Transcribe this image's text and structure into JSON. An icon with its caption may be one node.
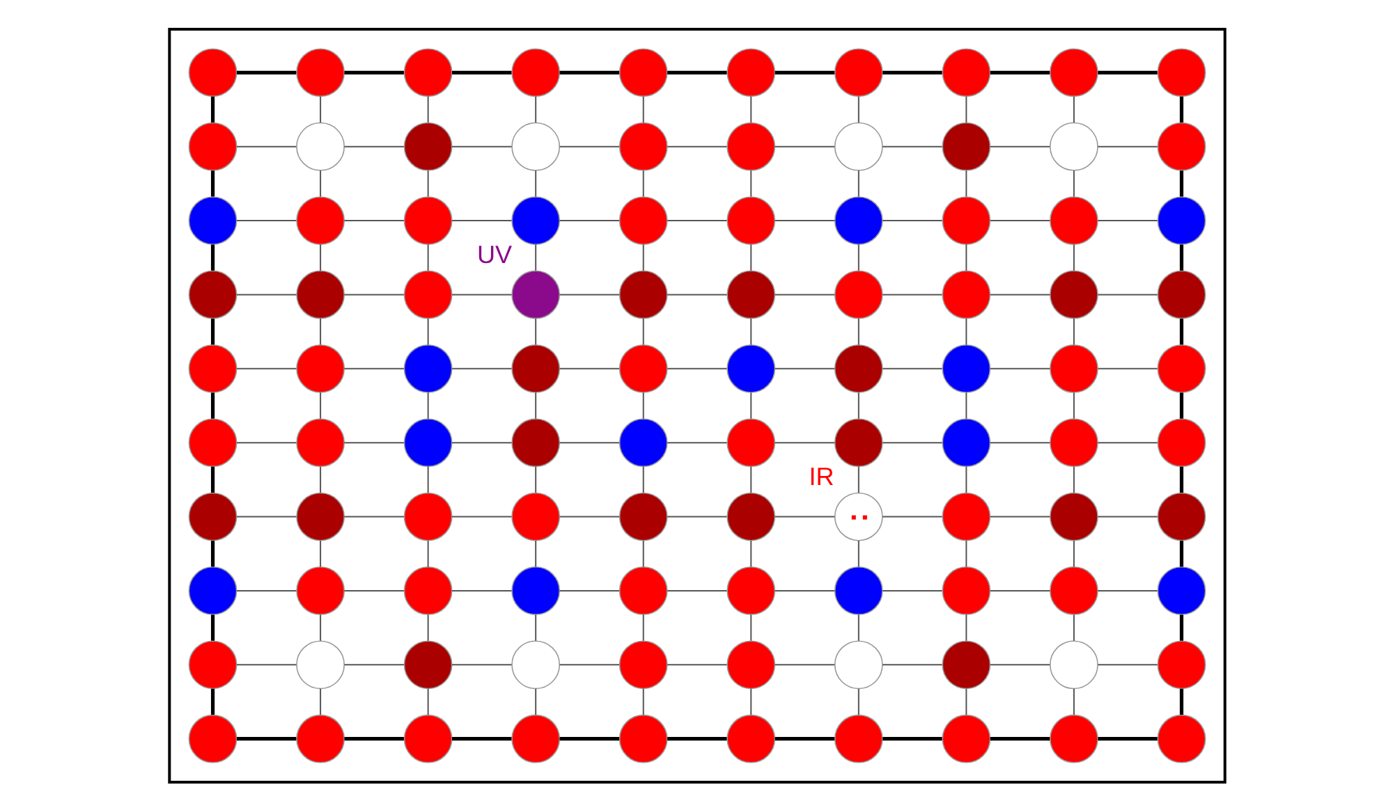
{
  "diagram": {
    "nodes": [
      {
        "text": [],
        "shape": "box"
      },
      {
        "text": [],
        "shape": "circle",
        "in": 0
      },
      {
        "text": [],
        "shape": "circle",
        "in": 0
      },
      {
        "text": [],
        "shape": "circle",
        "in": 0
      },
      {
        "text": [],
        "shape": "circle",
        "in": 0
      },
      {
        "text": [],
        "shape": "circle",
        "in": 0
      },
      {
        "text": [],
        "shape": "circle",
        "in": 0
      },
      {
        "text": [],
        "shape": "circle",
        "in": 0
      },
      {
        "text": [],
        "shape": "circle",
        "in": 0
      },
      {
        "text": [],
        "shape": "circle",
        "in": 0
      },
      {
        "text": [],
        "shape": "circle",
        "in": 0
      },
      {
        "text": [],
        "shape": "circle",
        "in": 0
      },
      {
        "text": [],
        "shape": "circle",
        "in": 0
      },
      {
        "text": [],
        "shape": "circle",
        "in": 0
      },
      {
        "text": [],
        "shape": "circle",
        "in": 0
      },
      {
        "text": [],
        "shape": "circle",
        "in": 0
      },
      {
        "text": [],
        "shape": "circle",
        "in": 0
      },
      {
        "text": [],
        "shape": "circle",
        "in": 0
      },
      {
        "text": [],
        "shape": "circle",
        "in": 0
      },
      {
        "text": [],
        "shape": "circle",
        "in": 0
      },
      {
        "text": [],
        "shape": "circle",
        "in": 0
      },
      {
        "text": [],
        "shape": "circle",
        "in": 0
      },
      {
        "text": [],
        "shape": "circle",
        "in": 0
      },
      {
        "text": [],
        "shape": "circle",
        "in": 0
      },
      {
        "text": [],
        "shape": "circle",
        "in": 0
      },
      {
        "text": [],
        "shape": "circle",
        "in": 0
      },
      {
        "text": [],
        "shape": "circle",
        "in": 0
      },
      {
        "text": [],
        "shape": "circle",
        "in": 0
      },
      {
        "text": [],
        "shape": "circle",
        "in": 0
      },
      {
        "text": [],
        "shape": "circle",
        "in": 0
      },
      {
        "text": [],
        "shape": "circle",
        "in": 0
      },
      {
        "text": [],
        "shape": "circle",
        "in": 0
      },
      {
        "text": [],
        "shape": "circle",
        "in": 0
      },
      {
        "text": [],
        "shape": "circle",
        "in": 0
      },
      {
        "text": [],
        "shape": "circle",
        "in": 0,
        "beside": [
          "UV"
        ]
      },
      {
        "text": [],
        "shape": "circle",
        "in": 0
      },
      {
        "text": [],
        "shape": "circle",
        "in": 0
      },
      {
        "text": [],
        "shape": "circle",
        "in": 0
      },
      {
        "text": [],
        "shape": "circle",
        "in": 0
      },
      {
        "text": [],
        "shape": "circle",
        "in": 0
      },
      {
        "text": [],
        "shape": "circle",
        "in": 0
      },
      {
        "text": [],
        "shape": "circle",
        "in": 0
      },
      {
        "text": [],
        "shape": "circle",
        "in": 0
      },
      {
        "text": [],
        "shape": "circle",
        "in": 0
      },
      {
        "text": [],
        "shape": "circle",
        "in": 0
      },
      {
        "text": [],
        "shape": "circle",
        "in": 0
      },
      {
        "text": [],
        "shape": "circle",
        "in": 0
      },
      {
        "text": [],
        "shape": "circle",
        "in": 0
      },
      {
        "text": [],
        "shape": "circle",
        "in": 0
      },
      {
        "text": [],
        "shape": "circle",
        "in": 0
      },
      {
        "text": [],
        "shape": "circle",
        "in": 0
      },
      {
        "text": [],
        "shape": "circle",
        "in": 0
      },
      {
        "text": [],
        "shape": "circle",
        "in": 0
      },
      {
        "text": [],
        "shape": "circle",
        "in": 0
      },
      {
        "text": [],
        "shape": "circle",
        "in": 0
      },
      {
        "text": [],
        "shape": "circle",
        "in": 0
      },
      {
        "text": [],
        "shape": "circle",
        "in": 0
      },
      {
        "text": [],
        "shape": "circle",
        "in": 0
      },
      {
        "text": [],
        "shape": "circle",
        "in": 0
      },
      {
        "text": [],
        "shape": "circle",
        "in": 0
      },
      {
        "text": [],
        "shape": "circle",
        "in": 0
      },
      {
        "text": [],
        "shape": "circle",
        "in": 0
      },
      {
        "text": [],
        "shape": "circle",
        "in": 0
      },
      {
        "text": [],
        "shape": "circle",
        "in": 0
      },
      {
        "text": [],
        "shape": "circle",
        "in": 0
      },
      {
        "text": [],
        "shape": "circle",
        "in": 0
      },
      {
        "text": [],
        "shape": "circle",
        "in": 0
      },
      {
        "text": [],
        "shape": "circle",
        "in": 0,
        "beside": [
          "IR"
        ]
      },
      {
        "text": [],
        "shape": "circle",
        "in": 0
      },
      {
        "text": [],
        "shape": "circle",
        "in": 0
      },
      {
        "text": [],
        "shape": "circle",
        "in": 0
      },
      {
        "text": [],
        "shape": "circle",
        "in": 0
      },
      {
        "text": [],
        "shape": "circle",
        "in": 0
      },
      {
        "text": [],
        "shape": "circle",
        "in": 0
      },
      {
        "text": [],
        "shape": "circle",
        "in": 0
      },
      {
        "text": [],
        "shape": "circle",
        "in": 0
      },
      {
        "text": [],
        "shape": "circle",
        "in": 0
      },
      {
        "text": [],
        "shape": "circle",
        "in": 0
      },
      {
        "text": [],
        "shape": "circle",
        "in": 0
      },
      {
        "text": [],
        "shape": "circle",
        "in": 0
      },
      {
        "text": [],
        "shape": "circle",
        "in": 0
      },
      {
        "text": [],
        "shape": "circle",
        "in": 0
      },
      {
        "text": [],
        "shape": "circle",
        "in": 0
      },
      {
        "text": [],
        "shape": "circle",
        "in": 0
      },
      {
        "text": [],
        "shape": "circle",
        "in": 0
      },
      {
        "text": [],
        "shape": "circle",
        "in": 0
      },
      {
        "text": [],
        "shape": "circle",
        "in": 0
      },
      {
        "text": [],
        "shape": "circle",
        "in": 0
      },
      {
        "text": [],
        "shape": "circle",
        "in": 0
      },
      {
        "text": [],
        "shape": "circle",
        "in": 0
      },
      {
        "text": [],
        "shape": "circle",
        "in": 0
      },
      {
        "text": [],
        "shape": "circle",
        "in": 0
      },
      {
        "text": [],
        "shape": "circle",
        "in": 0
      },
      {
        "text": [],
        "shape": "circle",
        "in": 0
      },
      {
        "text": [],
        "shape": "circle",
        "in": 0
      },
      {
        "text": [],
        "shape": "circle",
        "in": 0
      },
      {
        "text": [],
        "shape": "circle",
        "in": 0
      },
      {
        "text": [],
        "shape": "circle",
        "in": 0
      },
      {
        "text": [],
        "shape": "circle",
        "in": 0
      },
      {
        "text": [],
        "shape": "circle",
        "in": 0
      },
      {
        "text": [],
        "shape": "circle",
        "in": 0
      }
    ],
    "edges": [
      {
        "from": 1,
        "to": 2,
        "arrow": "none",
        "style": "thick",
        "color": "#000000"
      },
      {
        "from": 2,
        "to": 3,
        "arrow": "none",
        "style": "thick",
        "color": "#000000"
      },
      {
        "from": 3,
        "to": 4,
        "arrow": "none",
        "style": "thick",
        "color": "#000000"
      },
      {
        "from": 4,
        "to": 5,
        "arrow": "none",
        "style": "thick",
        "color": "#000000"
      },
      {
        "from": 5,
        "to": 6,
        "arrow": "none",
        "style": "thick",
        "color": "#000000"
      },
      {
        "from": 6,
        "to": 7,
        "arrow": "none",
        "style": "thick",
        "color": "#000000"
      },
      {
        "from": 7,
        "to": 8,
        "arrow": "none",
        "style": "thick",
        "color": "#000000"
      },
      {
        "from": 8,
        "to": 9,
        "arrow": "none",
        "style": "thick",
        "color": "#000000"
      },
      {
        "from": 9,
        "to": 10,
        "arrow": "none",
        "style": "thick",
        "color": "#000000"
      },
      {
        "from": 1,
        "to": 11,
        "arrow": "none",
        "style": "thick",
        "color": "#000000"
      },
      {
        "from": 2,
        "to": 12,
        "arrow": "none"
      },
      {
        "from": 3,
        "to": 13,
        "arrow": "none"
      },
      {
        "from": 4,
        "to": 14,
        "arrow": "none"
      },
      {
        "from": 5,
        "to": 15,
        "arrow": "none"
      },
      {
        "from": 6,
        "to": 16,
        "arrow": "none"
      },
      {
        "from": 7,
        "to": 17,
        "arrow": "none"
      },
      {
        "from": 8,
        "to": 18,
        "arrow": "none"
      },
      {
        "from": 9,
        "to": 19,
        "arrow": "none"
      },
      {
        "from": 10,
        "to": 20,
        "arrow": "none",
        "style": "thick",
        "color": "#000000"
      },
      {
        "from": 11,
        "to": 12,
        "arrow": "none"
      },
      {
        "from": 12,
        "to": 13,
        "arrow": "none"
      },
      {
        "from": 13,
        "to": 14,
        "arrow": "none"
      },
      {
        "from": 14,
        "to": 15,
        "arrow": "none"
      },
      {
        "from": 15,
        "to": 16,
        "arrow": "none"
      },
      {
        "from": 16,
        "to": 17,
        "arrow": "none"
      },
      {
        "from": 17,
        "to": 18,
        "arrow": "none"
      },
      {
        "from": 18,
        "to": 19,
        "arrow": "none"
      },
      {
        "from": 19,
        "to": 20,
        "arrow": "none"
      },
      {
        "from": 11,
        "to": 21,
        "arrow": "none",
        "style": "thick",
        "color": "#000000"
      },
      {
        "from": 12,
        "to": 22,
        "arrow": "none"
      },
      {
        "from": 13,
        "to": 23,
        "arrow": "none"
      },
      {
        "from": 14,
        "to": 24,
        "arrow": "none"
      },
      {
        "from": 15,
        "to": 25,
        "arrow": "none"
      },
      {
        "from": 16,
        "to": 26,
        "arrow": "none"
      },
      {
        "from": 17,
        "to": 27,
        "arrow": "none"
      },
      {
        "from": 18,
        "to": 28,
        "arrow": "none"
      },
      {
        "from": 19,
        "to": 29,
        "arrow": "none"
      },
      {
        "from": 20,
        "to": 30,
        "arrow": "none",
        "style": "thick",
        "color": "#000000"
      },
      {
        "from": 21,
        "to": 22,
        "arrow": "none"
      },
      {
        "from": 22,
        "to": 23,
        "arrow": "none"
      },
      {
        "from": 23,
        "to": 24,
        "arrow": "none"
      },
      {
        "from": 24,
        "to": 25,
        "arrow": "none"
      },
      {
        "from": 25,
        "to": 26,
        "arrow": "none"
      },
      {
        "from": 26,
        "to": 27,
        "arrow": "none"
      },
      {
        "from": 27,
        "to": 28,
        "arrow": "none"
      },
      {
        "from": 28,
        "to": 29,
        "arrow": "none"
      },
      {
        "from": 29,
        "to": 30,
        "arrow": "none"
      },
      {
        "from": 21,
        "to": 31,
        "arrow": "none",
        "style": "thick",
        "color": "#000000"
      },
      {
        "from": 22,
        "to": 32,
        "arrow": "none"
      },
      {
        "from": 23,
        "to": 33,
        "arrow": "none"
      },
      {
        "from": 24,
        "to": 34,
        "arrow": "none"
      },
      {
        "from": 25,
        "to": 35,
        "arrow": "none"
      },
      {
        "from": 26,
        "to": 36,
        "arrow": "none"
      },
      {
        "from": 27,
        "to": 37,
        "arrow": "none"
      },
      {
        "from": 28,
        "to": 38,
        "arrow": "none"
      },
      {
        "from": 29,
        "to": 39,
        "arrow": "none"
      },
      {
        "from": 30,
        "to": 40,
        "arrow": "none",
        "style": "thick",
        "color": "#000000"
      },
      {
        "from": 31,
        "to": 32,
        "arrow": "none"
      },
      {
        "from": 32,
        "to": 33,
        "arrow": "none"
      },
      {
        "from": 33,
        "to": 34,
        "arrow": "none"
      },
      {
        "from": 34,
        "to": 35,
        "arrow": "none"
      },
      {
        "from": 35,
        "to": 36,
        "arrow": "none"
      },
      {
        "from": 36,
        "to": 37,
        "arrow": "none"
      },
      {
        "from": 37,
        "to": 38,
        "arrow": "none"
      },
      {
        "from": 38,
        "to": 39,
        "arrow": "none"
      },
      {
        "from": 39,
        "to": 40,
        "arrow": "none"
      },
      {
        "from": 31,
        "to": 41,
        "arrow": "none",
        "style": "thick",
        "color": "#000000"
      },
      {
        "from": 32,
        "to": 42,
        "arrow": "none"
      },
      {
        "from": 33,
        "to": 43,
        "arrow": "none"
      },
      {
        "from": 34,
        "to": 44,
        "arrow": "none"
      },
      {
        "from": 35,
        "to": 45,
        "arrow": "none"
      },
      {
        "from": 36,
        "to": 46,
        "arrow": "none"
      },
      {
        "from": 37,
        "to": 47,
        "arrow": "none"
      },
      {
        "from": 38,
        "to": 48,
        "arrow": "none"
      },
      {
        "from": 39,
        "to": 49,
        "arrow": "none"
      },
      {
        "from": 40,
        "to": 50,
        "arrow": "none",
        "style": "thick",
        "color": "#000000"
      },
      {
        "from": 41,
        "to": 42,
        "arrow": "none"
      },
      {
        "from": 42,
        "to": 43,
        "arrow": "none"
      },
      {
        "from": 43,
        "to": 44,
        "arrow": "none"
      },
      {
        "from": 44,
        "to": 45,
        "arrow": "none"
      },
      {
        "from": 45,
        "to": 46,
        "arrow": "none"
      },
      {
        "from": 46,
        "to": 47,
        "arrow": "none"
      },
      {
        "from": 47,
        "to": 48,
        "arrow": "none"
      },
      {
        "from": 48,
        "to": 49,
        "arrow": "none"
      },
      {
        "from": 49,
        "to": 50,
        "arrow": "none"
      },
      {
        "from": 41,
        "to": 51,
        "arrow": "none",
        "style": "thick",
        "color": "#000000"
      },
      {
        "from": 42,
        "to": 52,
        "arrow": "none"
      },
      {
        "from": 43,
        "to": 53,
        "arrow": "none"
      },
      {
        "from": 44,
        "to": 54,
        "arrow": "none"
      },
      {
        "from": 45,
        "to": 55,
        "arrow": "none"
      },
      {
        "from": 46,
        "to": 56,
        "arrow": "none"
      },
      {
        "from": 47,
        "to": 57,
        "arrow": "none"
      },
      {
        "from": 48,
        "to": 58,
        "arrow": "none"
      },
      {
        "from": 49,
        "to": 59,
        "arrow": "none"
      },
      {
        "from": 50,
        "to": 60,
        "arrow": "none",
        "style": "thick",
        "color": "#000000"
      },
      {
        "from": 51,
        "to": 52,
        "arrow": "none"
      },
      {
        "from": 52,
        "to": 53,
        "arrow": "none"
      },
      {
        "from": 53,
        "to": 54,
        "arrow": "none"
      },
      {
        "from": 54,
        "to": 55,
        "arrow": "none"
      },
      {
        "from": 55,
        "to": 56,
        "arrow": "none"
      },
      {
        "from": 56,
        "to": 57,
        "arrow": "none"
      },
      {
        "from": 57,
        "to": 58,
        "arrow": "none"
      },
      {
        "from": 58,
        "to": 59,
        "arrow": "none"
      },
      {
        "from": 59,
        "to": 60,
        "arrow": "none"
      },
      {
        "from": 51,
        "to": 61,
        "arrow": "none",
        "style": "thick",
        "color": "#000000"
      },
      {
        "from": 52,
        "to": 62,
        "arrow": "none"
      },
      {
        "from": 53,
        "to": 63,
        "arrow": "none"
      },
      {
        "from": 54,
        "to": 64,
        "arrow": "none"
      },
      {
        "from": 55,
        "to": 65,
        "arrow": "none"
      },
      {
        "from": 56,
        "to": 66,
        "arrow": "none"
      },
      {
        "from": 57,
        "to": 67,
        "arrow": "none"
      },
      {
        "from": 58,
        "to": 68,
        "arrow": "none"
      },
      {
        "from": 59,
        "to": 69,
        "arrow": "none"
      },
      {
        "from": 60,
        "to": 70,
        "arrow": "none",
        "style": "thick",
        "color": "#000000"
      },
      {
        "from": 61,
        "to": 62,
        "arrow": "none"
      },
      {
        "from": 62,
        "to": 63,
        "arrow": "none"
      },
      {
        "from": 63,
        "to": 64,
        "arrow": "none"
      },
      {
        "from": 64,
        "to": 65,
        "arrow": "none"
      },
      {
        "from": 65,
        "to": 66,
        "arrow": "none"
      },
      {
        "from": 66,
        "to": 67,
        "arrow": "none"
      },
      {
        "from": 67,
        "to": 68,
        "arrow": "none"
      },
      {
        "from": 68,
        "to": 69,
        "arrow": "none"
      },
      {
        "from": 69,
        "to": 70,
        "arrow": "none"
      },
      {
        "from": 61,
        "to": 71,
        "arrow": "none",
        "style": "thick",
        "color": "#000000"
      },
      {
        "from": 62,
        "to": 72,
        "arrow": "none"
      },
      {
        "from": 63,
        "to": 73,
        "arrow": "none"
      },
      {
        "from": 64,
        "to": 74,
        "arrow": "none"
      },
      {
        "from": 65,
        "to": 75,
        "arrow": "none"
      },
      {
        "from": 66,
        "to": 76,
        "arrow": "none"
      },
      {
        "from": 67,
        "to": 77,
        "arrow": "none"
      },
      {
        "from": 68,
        "to": 78,
        "arrow": "none"
      },
      {
        "from": 69,
        "to": 79,
        "arrow": "none"
      },
      {
        "from": 70,
        "to": 80,
        "arrow": "none",
        "style": "thick",
        "color": "#000000"
      },
      {
        "from": 71,
        "to": 72,
        "arrow": "none"
      },
      {
        "from": 72,
        "to": 73,
        "arrow": "none"
      },
      {
        "from": 73,
        "to": 74,
        "arrow": "none"
      },
      {
        "from": 74,
        "to": 75,
        "arrow": "none"
      },
      {
        "from": 75,
        "to": 76,
        "arrow": "none"
      },
      {
        "from": 76,
        "to": 77,
        "arrow": "none"
      },
      {
        "from": 77,
        "to": 78,
        "arrow": "none"
      },
      {
        "from": 78,
        "to": 79,
        "arrow": "none"
      },
      {
        "from": 79,
        "to": 80,
        "arrow": "none"
      },
      {
        "from": 71,
        "to": 81,
        "arrow": "none",
        "style": "thick",
        "color": "#000000"
      },
      {
        "from": 72,
        "to": 82,
        "arrow": "none"
      },
      {
        "from": 73,
        "to": 83,
        "arrow": "none"
      },
      {
        "from": 74,
        "to": 84,
        "arrow": "none"
      },
      {
        "from": 75,
        "to": 85,
        "arrow": "none"
      },
      {
        "from": 76,
        "to": 86,
        "arrow": "none"
      },
      {
        "from": 77,
        "to": 87,
        "arrow": "none"
      },
      {
        "from": 78,
        "to": 88,
        "arrow": "none"
      },
      {
        "from": 79,
        "to": 89,
        "arrow": "none"
      },
      {
        "from": 80,
        "to": 90,
        "arrow": "none",
        "style": "thick",
        "color": "#000000"
      },
      {
        "from": 81,
        "to": 82,
        "arrow": "none"
      },
      {
        "from": 82,
        "to": 83,
        "arrow": "none"
      },
      {
        "from": 83,
        "to": 84,
        "arrow": "none"
      },
      {
        "from": 84,
        "to": 85,
        "arrow": "none"
      },
      {
        "from": 85,
        "to": 86,
        "arrow": "none"
      },
      {
        "from": 86,
        "to": 87,
        "arrow": "none"
      },
      {
        "from": 87,
        "to": 88,
        "arrow": "none"
      },
      {
        "from": 88,
        "to": 89,
        "arrow": "none"
      },
      {
        "from": 89,
        "to": 90,
        "arrow": "none"
      },
      {
        "from": 81,
        "to": 91,
        "arrow": "none",
        "style": "thick",
        "color": "#000000"
      },
      {
        "from": 82,
        "to": 92,
        "arrow": "none"
      },
      {
        "from": 83,
        "to": 93,
        "arrow": "none"
      },
      {
        "from": 84,
        "to": 94,
        "arrow": "none"
      },
      {
        "from": 85,
        "to": 95,
        "arrow": "none"
      },
      {
        "from": 86,
        "to": 96,
        "arrow": "none"
      },
      {
        "from": 87,
        "to": 97,
        "arrow": "none"
      },
      {
        "from": 88,
        "to": 98,
        "arrow": "none"
      },
      {
        "from": 89,
        "to": 99,
        "arrow": "none"
      },
      {
        "from": 90,
        "to": 100,
        "arrow": "none",
        "style": "thick",
        "color": "#000000"
      },
      {
        "from": 91,
        "to": 92,
        "arrow": "none",
        "style": "thick",
        "color": "#000000"
      },
      {
        "from": 92,
        "to": 93,
        "arrow": "none",
        "style": "thick",
        "color": "#000000"
      },
      {
        "from": 93,
        "to": 94,
        "arrow": "none",
        "style": "thick",
        "color": "#000000"
      },
      {
        "from": 94,
        "to": 95,
        "arrow": "none",
        "style": "thick",
        "color": "#000000"
      },
      {
        "from": 95,
        "to": 96,
        "arrow": "none",
        "style": "thick",
        "color": "#000000"
      },
      {
        "from": 96,
        "to": 97,
        "arrow": "none",
        "style": "thick",
        "color": "#000000"
      },
      {
        "from": 97,
        "to": 98,
        "arrow": "none",
        "style": "thick",
        "color": "#000000"
      },
      {
        "from": 98,
        "to": 99,
        "arrow": "none",
        "style": "thick",
        "color": "#000000"
      },
      {
        "from": 99,
        "to": 100,
        "arrow": "none",
        "style": "thick",
        "color": "#000000"
      }
    ]
  }
}
